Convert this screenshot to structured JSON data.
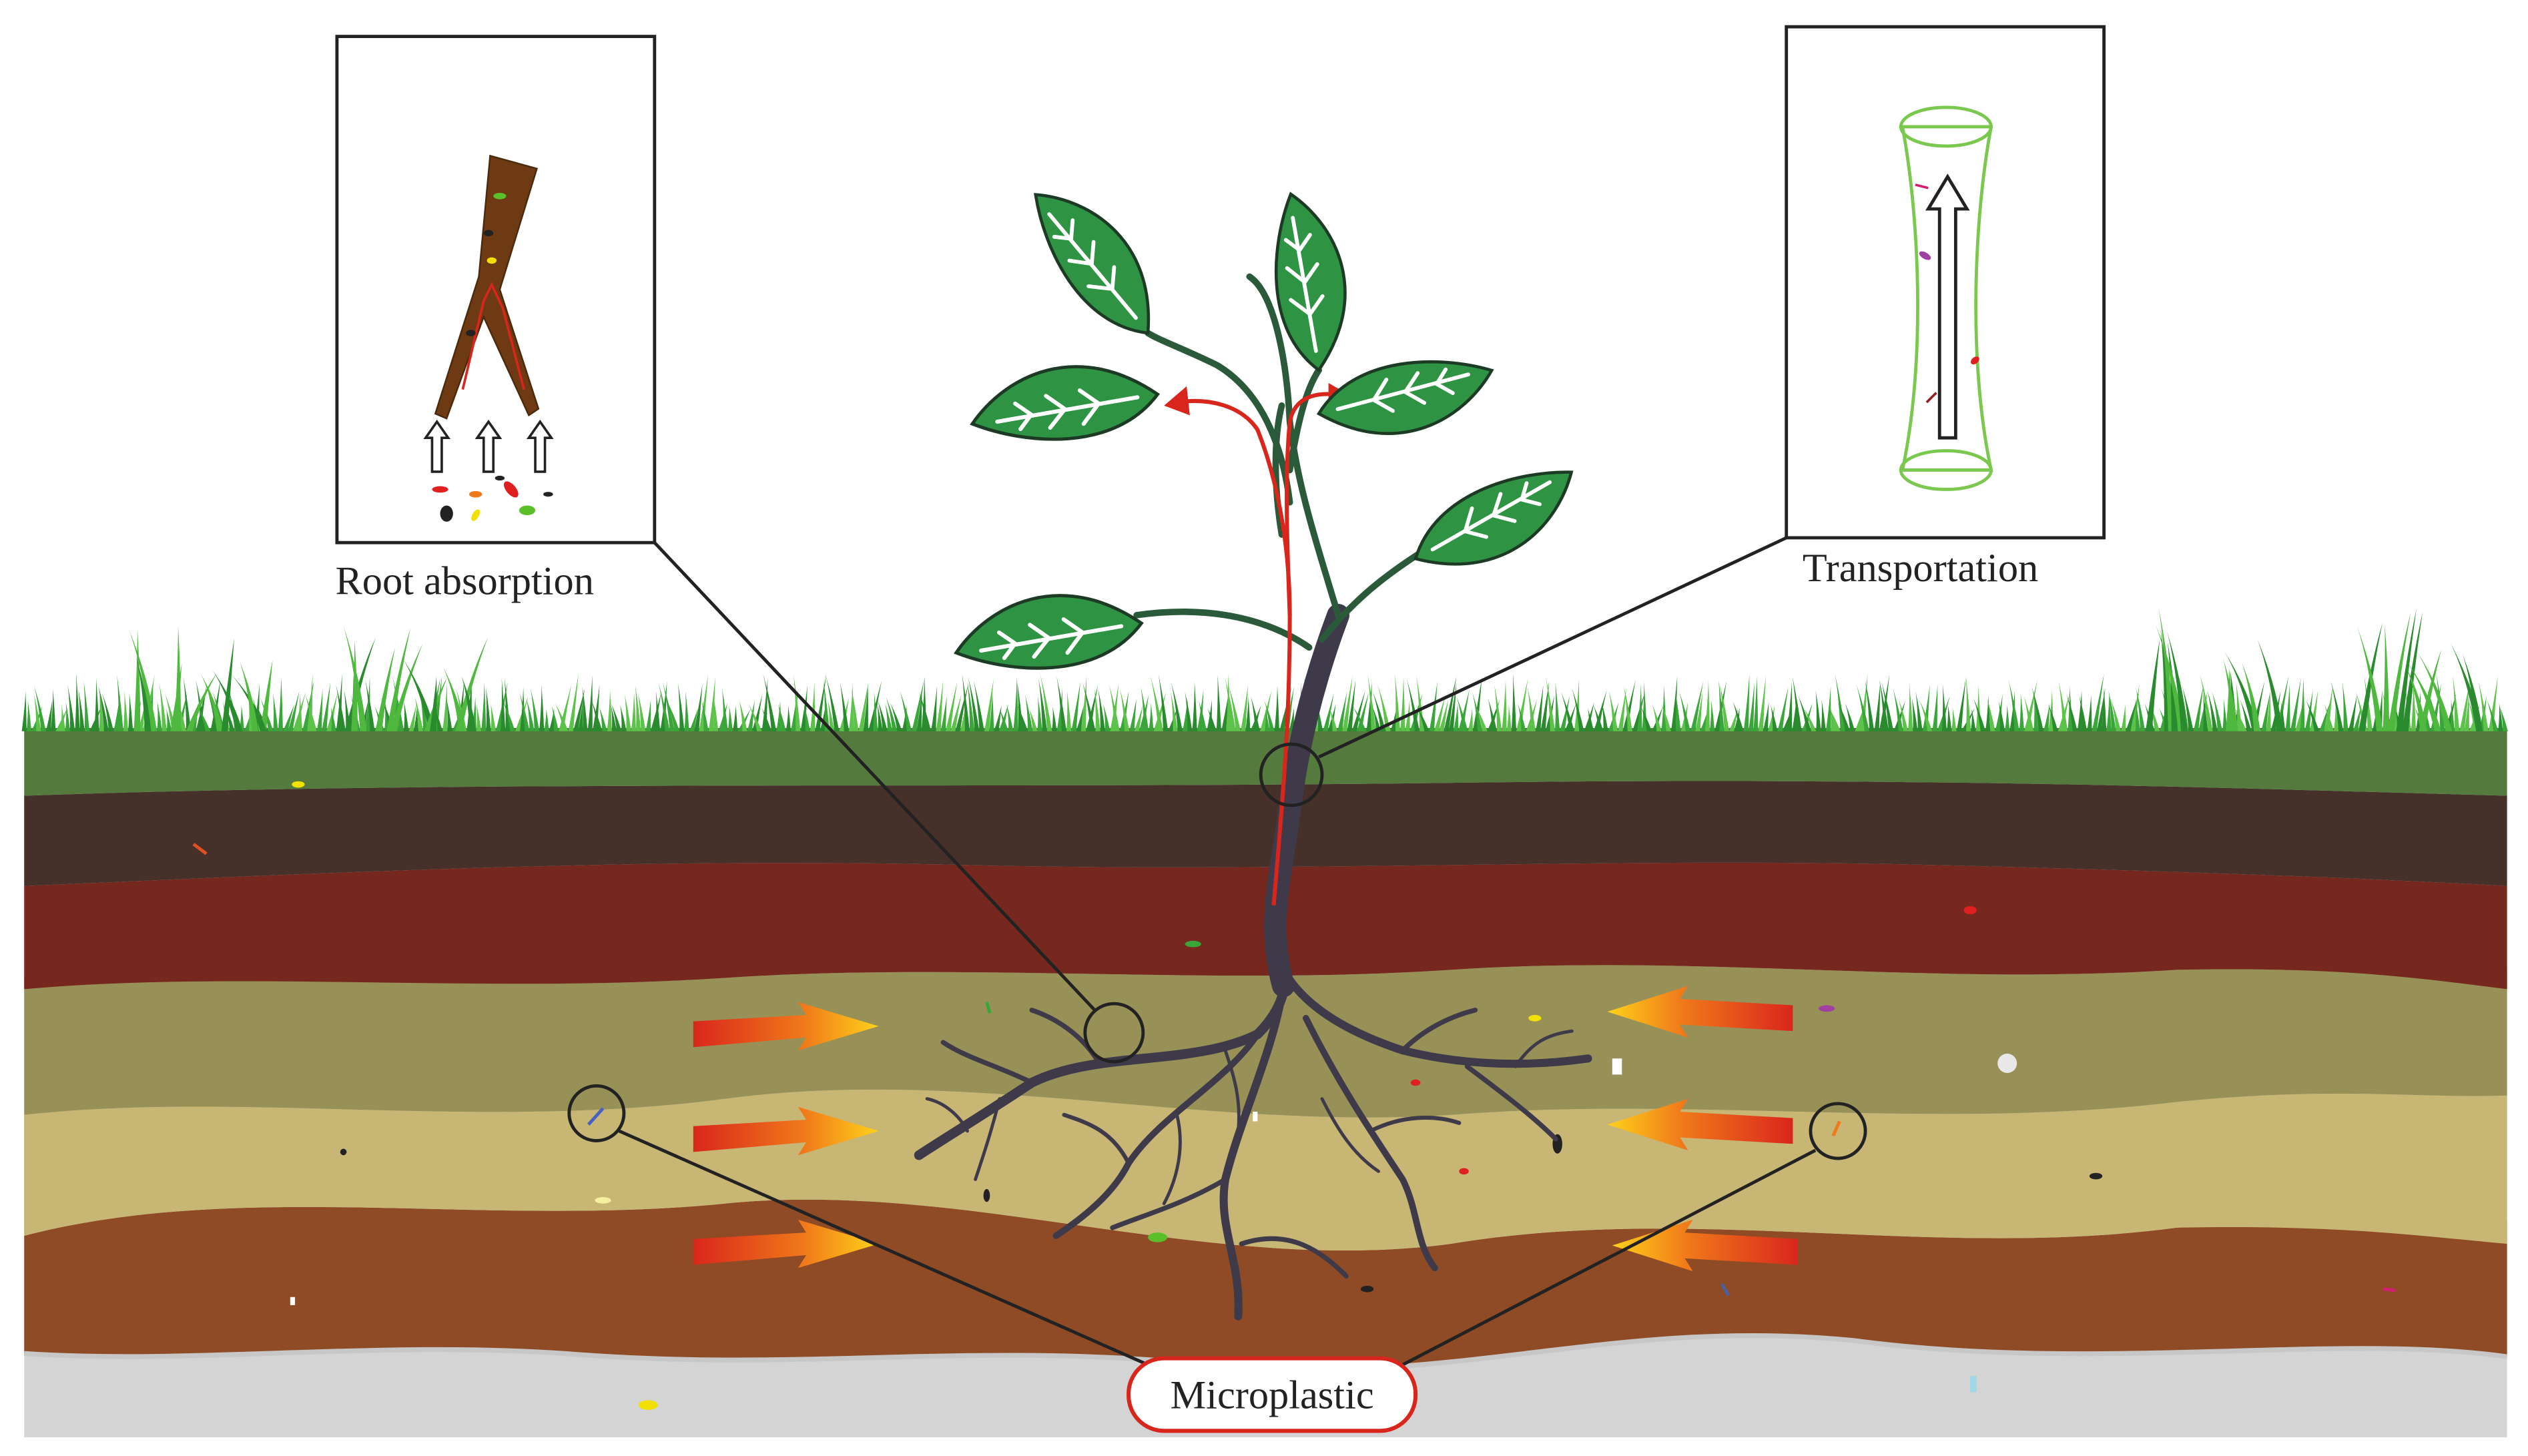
{
  "labels": {
    "root_absorption": "Root absorption",
    "transportation": "Transportation",
    "microplastic": "Microplastic"
  },
  "colors": {
    "grass": "#3aa63a",
    "topsoil": "#557a3d",
    "dark_soil": "#46302a",
    "red_soil": "#77281e",
    "olive_soil": "#979158",
    "sand_soil": "#c8b675",
    "brown_soil": "#8e4b25",
    "bedrock": "#d4d4d4",
    "leaf": "#2e9444",
    "stem": "#3f3a4a",
    "flow": "#d9261c",
    "microplastic_outline": "#d9261c"
  }
}
